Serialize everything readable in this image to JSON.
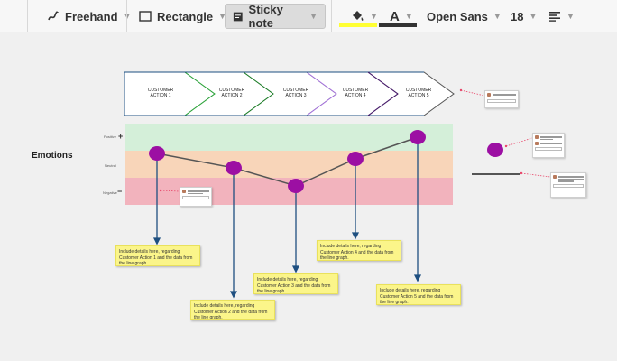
{
  "toolbar": {
    "freehand_label": "Freehand",
    "rectangle_label": "Rectangle",
    "sticky_label": "Sticky note",
    "font_name": "Open Sans",
    "font_size": "18",
    "fill_color": "#ffff33",
    "text_color": "#333333"
  },
  "diagram": {
    "row_label": "Emotions",
    "axis": {
      "positive": "Positive",
      "neutral": "Neutral",
      "negative": "Negative",
      "plus": "+",
      "minus": "−"
    },
    "actions": [
      {
        "line1": "CUSTOMER",
        "line2": "ACTION 1"
      },
      {
        "line1": "CUSTOMER",
        "line2": "ACTION 2"
      },
      {
        "line1": "CUSTOMER",
        "line2": "ACTION 3"
      },
      {
        "line1": "CUSTOMER",
        "line2": "ACTION 4"
      },
      {
        "line1": "CUSTOMER",
        "line2": "ACTION 5"
      }
    ],
    "band_colors": {
      "positive": "#d4efd9",
      "neutral": "#f8d5b9",
      "negative": "#f2b3bd"
    },
    "point_color": "#9c0fa3",
    "stickies": [
      "Include details here, regarding Customer Action 1 and the data from the line graph.",
      "Include details here, regarding Customer Action 2 and the data from the line graph.",
      "Include details here, regarding Customer Action 3 and the data from the line graph.",
      "Include details here, regarding Customer Action 4 and the data from the line graph.",
      "Include details here, regarding Customer Action 5 and the data from the line graph."
    ]
  }
}
